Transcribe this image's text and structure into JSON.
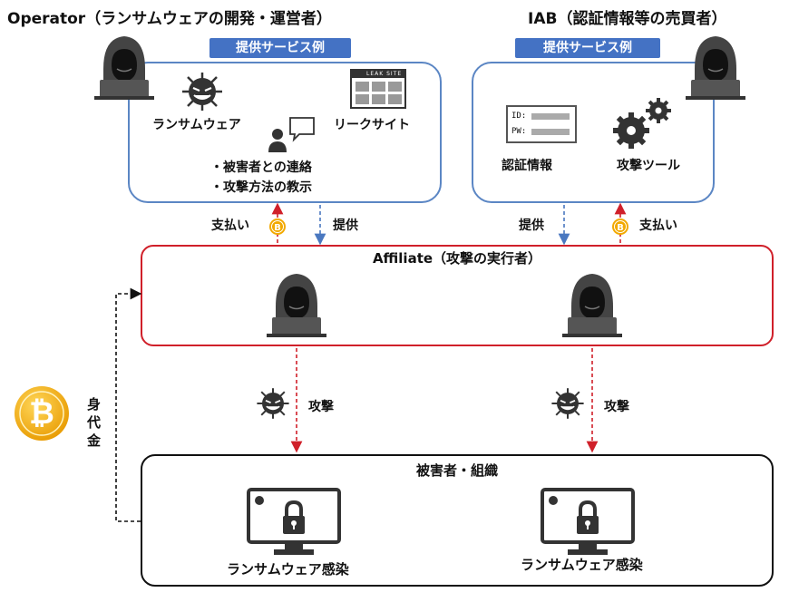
{
  "operator": {
    "title": "Operator（ランサムウェアの開発・運営者）",
    "tag": "提供サービス例",
    "ransomware_label": "ランサムウェア",
    "leaksite_label": "リークサイト",
    "leaksite_screen_text": "LEAK SITE",
    "bullets": [
      "・被害者との連絡",
      "・攻撃方法の教示"
    ]
  },
  "iab": {
    "title": "IAB（認証情報等の売買者）",
    "tag": "提供サービス例",
    "credentials_label": "認証情報",
    "credentials_fields": [
      "ID:",
      "PW:"
    ],
    "tools_label": "攻撃ツール"
  },
  "flows": {
    "pay_left": "支払い",
    "provide_left": "提供",
    "provide_right": "提供",
    "pay_right": "支払い",
    "attack_left": "攻撃",
    "attack_right": "攻撃",
    "ransom": "身代金",
    "bitcoin_symbol": "₿"
  },
  "affiliate": {
    "title": "Affiliate（攻撃の実行者）"
  },
  "victim": {
    "title": "被害者・組織",
    "left_label": "ランサムウェア感染",
    "right_label": "ランサムウェア感染"
  },
  "colors": {
    "blue_border": "#5b86c4",
    "tag_blue": "#4472c4",
    "red": "#d0202a",
    "dash_blue": "#4a78c0",
    "gold": "#f2a900"
  }
}
